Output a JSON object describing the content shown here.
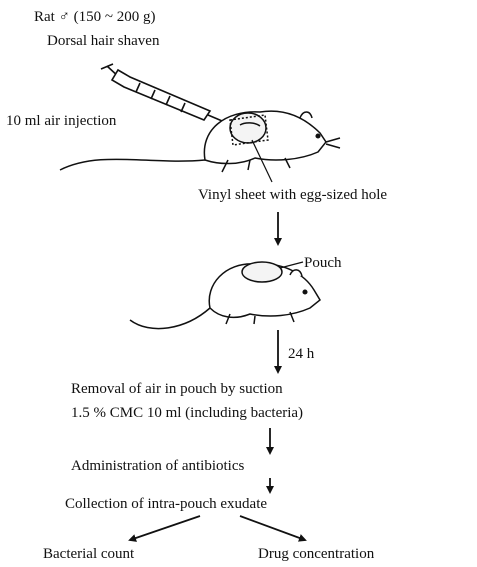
{
  "header": {
    "line1": "Rat ♂ (150 ~ 200 g)",
    "line2": "Dorsal hair shaven"
  },
  "steps": {
    "injection": "10 ml air injection",
    "vinyl_sheet": "Vinyl sheet with egg-sized hole",
    "pouch": "Pouch",
    "wait": "24 h",
    "removal": "Removal of air in pouch by suction",
    "cmc": "1.5 % CMC 10 ml (including bacteria)",
    "antibiotics": "Administration of antibiotics",
    "collection": "Collection of intra-pouch exudate"
  },
  "outcomes": {
    "left": "Bacterial count",
    "right": "Drug concentration"
  }
}
